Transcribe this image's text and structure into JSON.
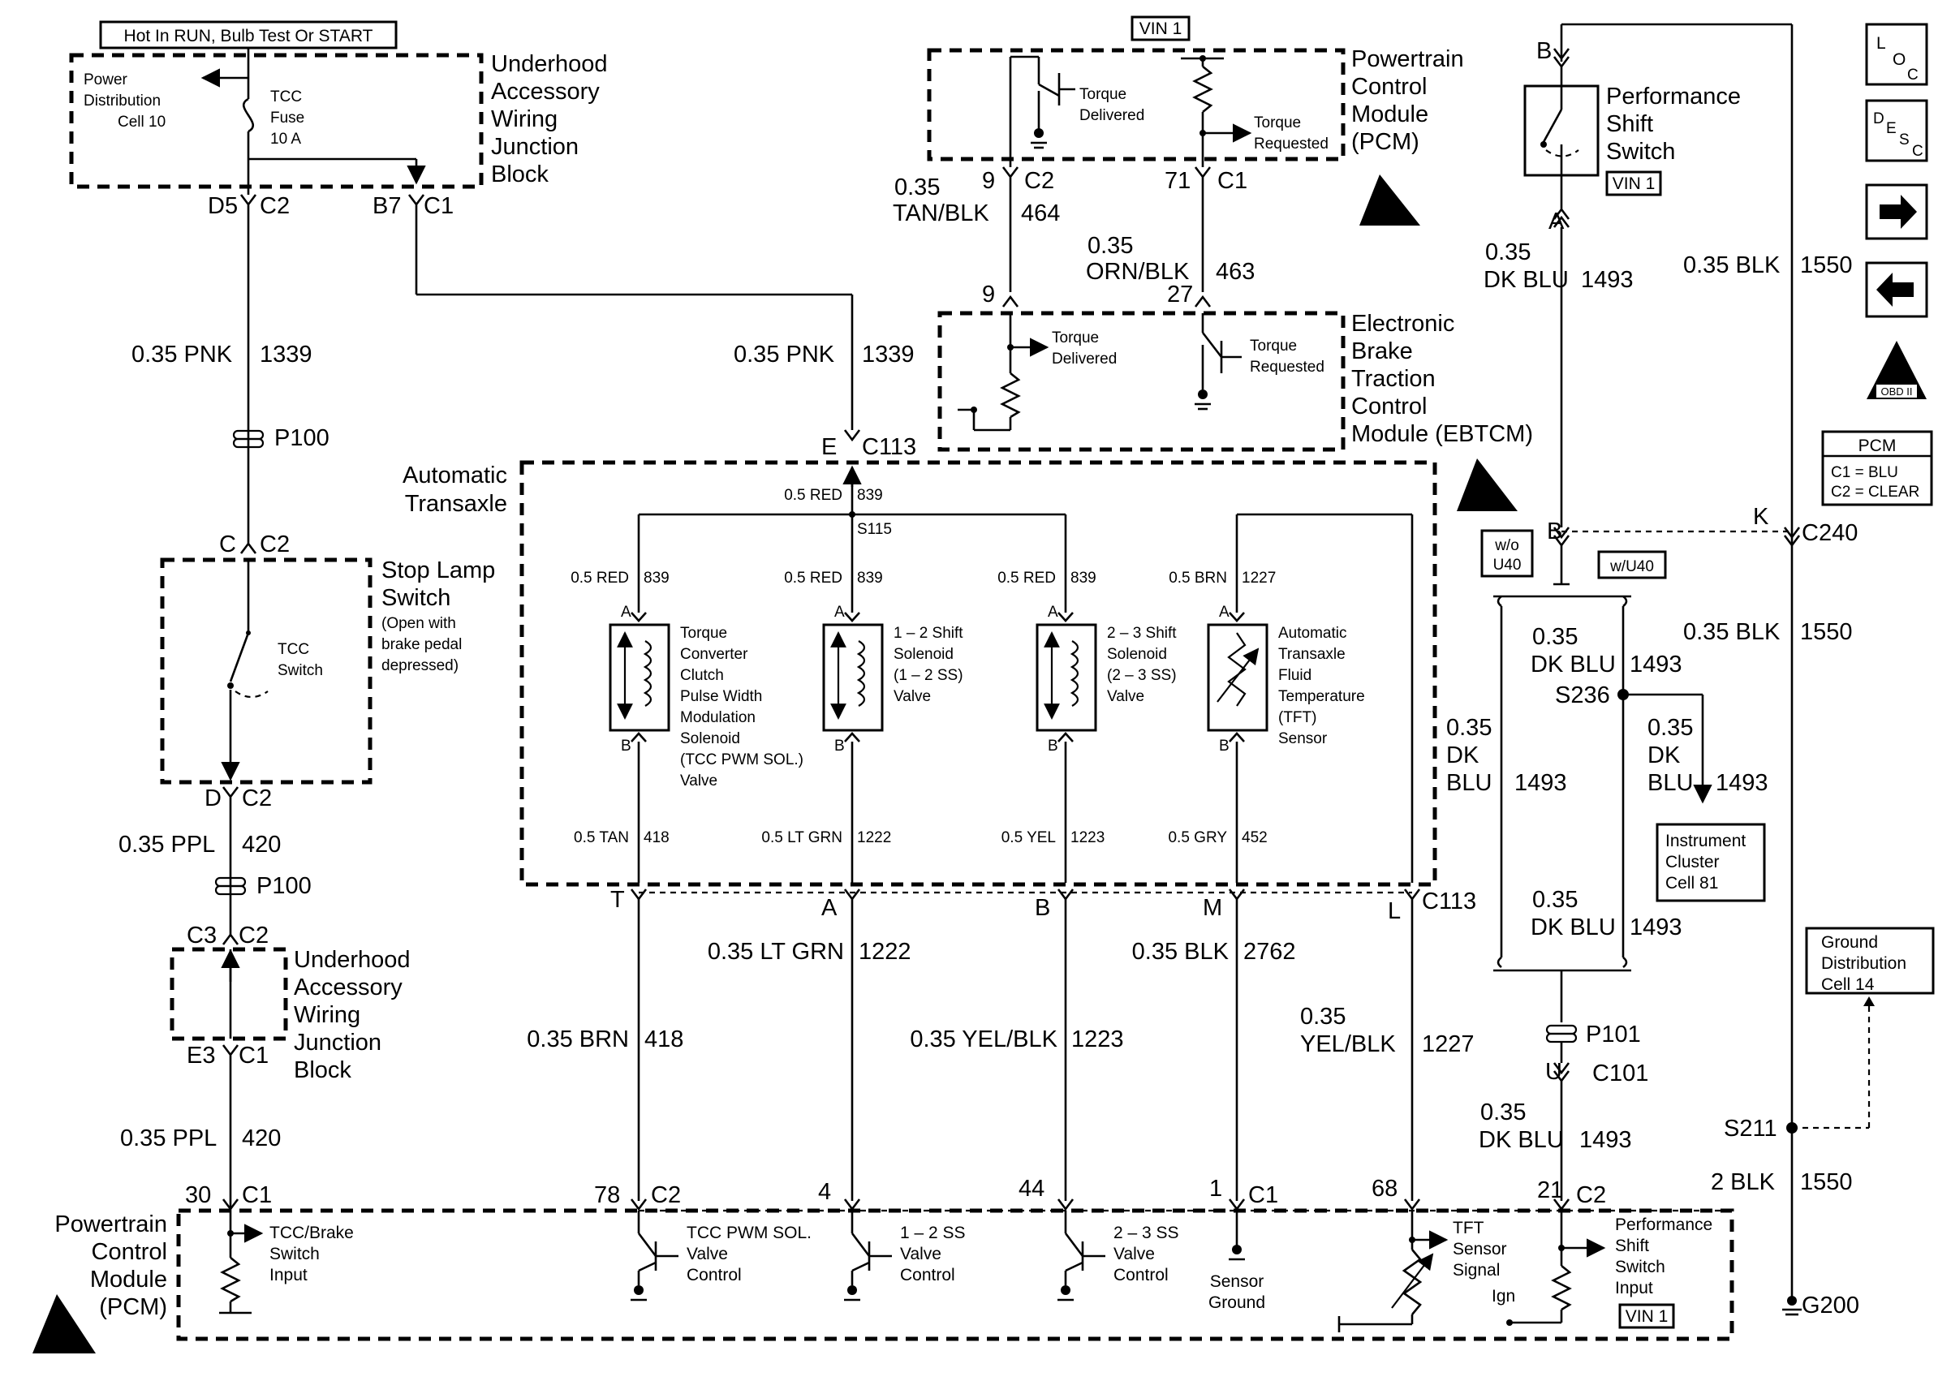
{
  "header": {
    "hot_label": "Hot In RUN, Bulb Test Or START",
    "vin_tag": "VIN 1"
  },
  "blocks": {
    "uawjb_top": {
      "title": [
        "Underhood",
        "Accessory",
        "Wiring",
        "Junction",
        "Block"
      ],
      "pdc": [
        "Power",
        "Distribution",
        "Cell 10"
      ],
      "fuse": [
        "TCC",
        "Fuse",
        "10 A"
      ]
    },
    "pcm_top": {
      "title": [
        "Powertrain",
        "Control",
        "Module",
        "(PCM)"
      ],
      "delivered": [
        "Torque",
        "Delivered"
      ],
      "requested": [
        "Torque",
        "Requested"
      ]
    },
    "ebtcm": {
      "title": [
        "Electronic",
        "Brake",
        "Traction",
        "Control",
        "Module (EBTCM)"
      ],
      "delivered": [
        "Torque",
        "Delivered"
      ],
      "requested": [
        "Torque",
        "Requested"
      ]
    },
    "stop_lamp": {
      "title": [
        "Stop Lamp",
        "Switch"
      ],
      "note": [
        "(Open with",
        "brake pedal",
        "depressed)"
      ],
      "switch": [
        "TCC",
        "Switch"
      ]
    },
    "uawjb_bottom": {
      "title": [
        "Underhood",
        "Accessory",
        "Wiring",
        "Junction",
        "Block"
      ]
    },
    "transaxle": {
      "title": [
        "Automatic",
        "Transaxle"
      ],
      "components": [
        {
          "label": [
            "Torque",
            "Converter",
            "Clutch",
            "Pulse Width",
            "Modulation",
            "Solenoid",
            "(TCC PWM SOL.)",
            "Valve"
          ]
        },
        {
          "label": [
            "1 – 2 Shift",
            "Solenoid",
            "(1 – 2 SS)",
            "Valve"
          ]
        },
        {
          "label": [
            "2 – 3 Shift",
            "Solenoid",
            "(2 – 3 SS)",
            "Valve"
          ]
        },
        {
          "label": [
            "Automatic",
            "Transaxle",
            "Fluid",
            "Temperature",
            "(TFT)",
            "Sensor"
          ]
        }
      ]
    },
    "perf_switch": {
      "title": [
        "Performance",
        "Shift",
        "Switch"
      ],
      "vin_tag": "VIN 1"
    },
    "pcm_bottom": {
      "title": [
        "Powertrain",
        "Control",
        "Module",
        "(PCM)"
      ],
      "inputs": [
        [
          "TCC/Brake",
          "Switch",
          "Input"
        ],
        [
          "TCC PWM SOL.",
          "Valve",
          "Control"
        ],
        [
          "1 – 2 SS",
          "Valve",
          "Control"
        ],
        [
          "2 – 3 SS",
          "Valve",
          "Control"
        ],
        [
          "Sensor",
          "Ground"
        ],
        [
          "TFT",
          "Sensor",
          "Signal"
        ],
        [
          "Performance",
          "Shift",
          "Switch",
          "Input"
        ]
      ],
      "ign": "Ign",
      "vin_tag": "VIN 1"
    },
    "instrument_cluster": [
      "Instrument",
      "Cluster",
      "Cell 81"
    ],
    "ground_dist": [
      "Ground",
      "Distribution",
      "Cell 14"
    ],
    "pcm_legend": {
      "title": "PCM",
      "c1": "C1 = BLU",
      "c2": "C2 = CLEAR"
    },
    "opt_wo": [
      "w/o",
      "U40"
    ],
    "opt_w": "w/U40"
  },
  "nav_icons": [
    {
      "name": "location-icon",
      "letters": [
        "L",
        "O",
        "C"
      ]
    },
    {
      "name": "description-icon",
      "letters": [
        "D",
        "E",
        "S",
        "C"
      ]
    },
    {
      "name": "next-page-icon"
    },
    {
      "name": "previous-page-icon"
    },
    {
      "name": "obd-ii-icon",
      "text": "OBD II"
    }
  ],
  "connectors": {
    "d5": "D5",
    "c2a": "C2",
    "b7": "B7",
    "c1a": "C1",
    "p100a": "P100",
    "c_top": "C",
    "c2b": "C2",
    "d_bot": "D",
    "c2c": "C2",
    "p100b": "P100",
    "c3": "C3",
    "c2d": "C2",
    "e3": "E3",
    "c1b": "C1",
    "pin30": "30",
    "c1c": "C1",
    "e_pin": "E",
    "c113a": "C113",
    "s115": "S115",
    "pin9": "9",
    "c2e": "C2",
    "pin71": "71",
    "c1d": "C1",
    "pin9b": "9",
    "pin27": "27",
    "t_pin": "T",
    "a_pin": "A",
    "b_pin": "B",
    "m_pin": "M",
    "l_pin": "L",
    "c113b": "C113",
    "pin78": "78",
    "c2f": "C2",
    "pin4": "4",
    "pin44": "44",
    "pin1": "1",
    "c1e": "C1",
    "pin68": "68",
    "pin21": "21",
    "c2g": "C2",
    "b_top": "B",
    "a_perf": "A",
    "b_c240": "B",
    "k_pin": "K",
    "c240": "C240",
    "s236": "S236",
    "p101": "P101",
    "u_pin": "U",
    "c101": "C101",
    "s211": "S211",
    "g200": "G200",
    "solA": "A",
    "solB": "B"
  },
  "wires": {
    "pnk1339_left": [
      "0.35 PNK",
      "1339"
    ],
    "pnk1339_right": [
      "0.35 PNK",
      "1339"
    ],
    "ppl420_a": [
      "0.35 PPL",
      "420"
    ],
    "ppl420_b": [
      "0.35 PPL",
      "420"
    ],
    "tanblk464": [
      "0.35",
      "TAN/BLK",
      "464"
    ],
    "ornblk463": [
      "0.35",
      "ORN/BLK",
      "463"
    ],
    "red839_top": [
      "0.5 RED",
      "839"
    ],
    "red839_1": [
      "0.5 RED",
      "839"
    ],
    "red839_2": [
      "0.5 RED",
      "839"
    ],
    "red839_3": [
      "0.5 RED",
      "839"
    ],
    "brn1227": [
      "0.5 BRN",
      "1227"
    ],
    "tan418": [
      "0.5 TAN",
      "418"
    ],
    "ltgrn1222": [
      "0.5 LT GRN",
      "1222"
    ],
    "yel1223": [
      "0.5 YEL",
      "1223"
    ],
    "gry452": [
      "0.5 GRY",
      "452"
    ],
    "brn418": [
      "0.35 BRN",
      "418"
    ],
    "ltgrn1222b": [
      "0.35 LT GRN",
      "1222"
    ],
    "yelblk1223": [
      "0.35 YEL/BLK",
      "1223"
    ],
    "blk2762": [
      "0.35 BLK",
      "2762"
    ],
    "yelblk1227": [
      "0.35",
      "YEL/BLK",
      "1227"
    ],
    "dkblu1493_top": [
      "0.35",
      "DK BLU",
      "1493"
    ],
    "dkblu1493_a": [
      "0.35",
      "DK BLU",
      "1493"
    ],
    "dkblu1493_b": [
      "0.35",
      "DK",
      "BLU",
      "1493"
    ],
    "dkblu1493_c": [
      "0.35",
      "DK",
      "BLU",
      "1493"
    ],
    "dkblu1493_d": [
      "0.35",
      "DK BLU",
      "1493"
    ],
    "dkblu1493_e": [
      "0.35",
      "DK BLU",
      "1493"
    ],
    "blk1550_a": [
      "0.35 BLK",
      "1550"
    ],
    "blk1550_b": [
      "0.35 BLK",
      "1550"
    ],
    "blk1550_c": [
      "2 BLK",
      "1550"
    ]
  }
}
